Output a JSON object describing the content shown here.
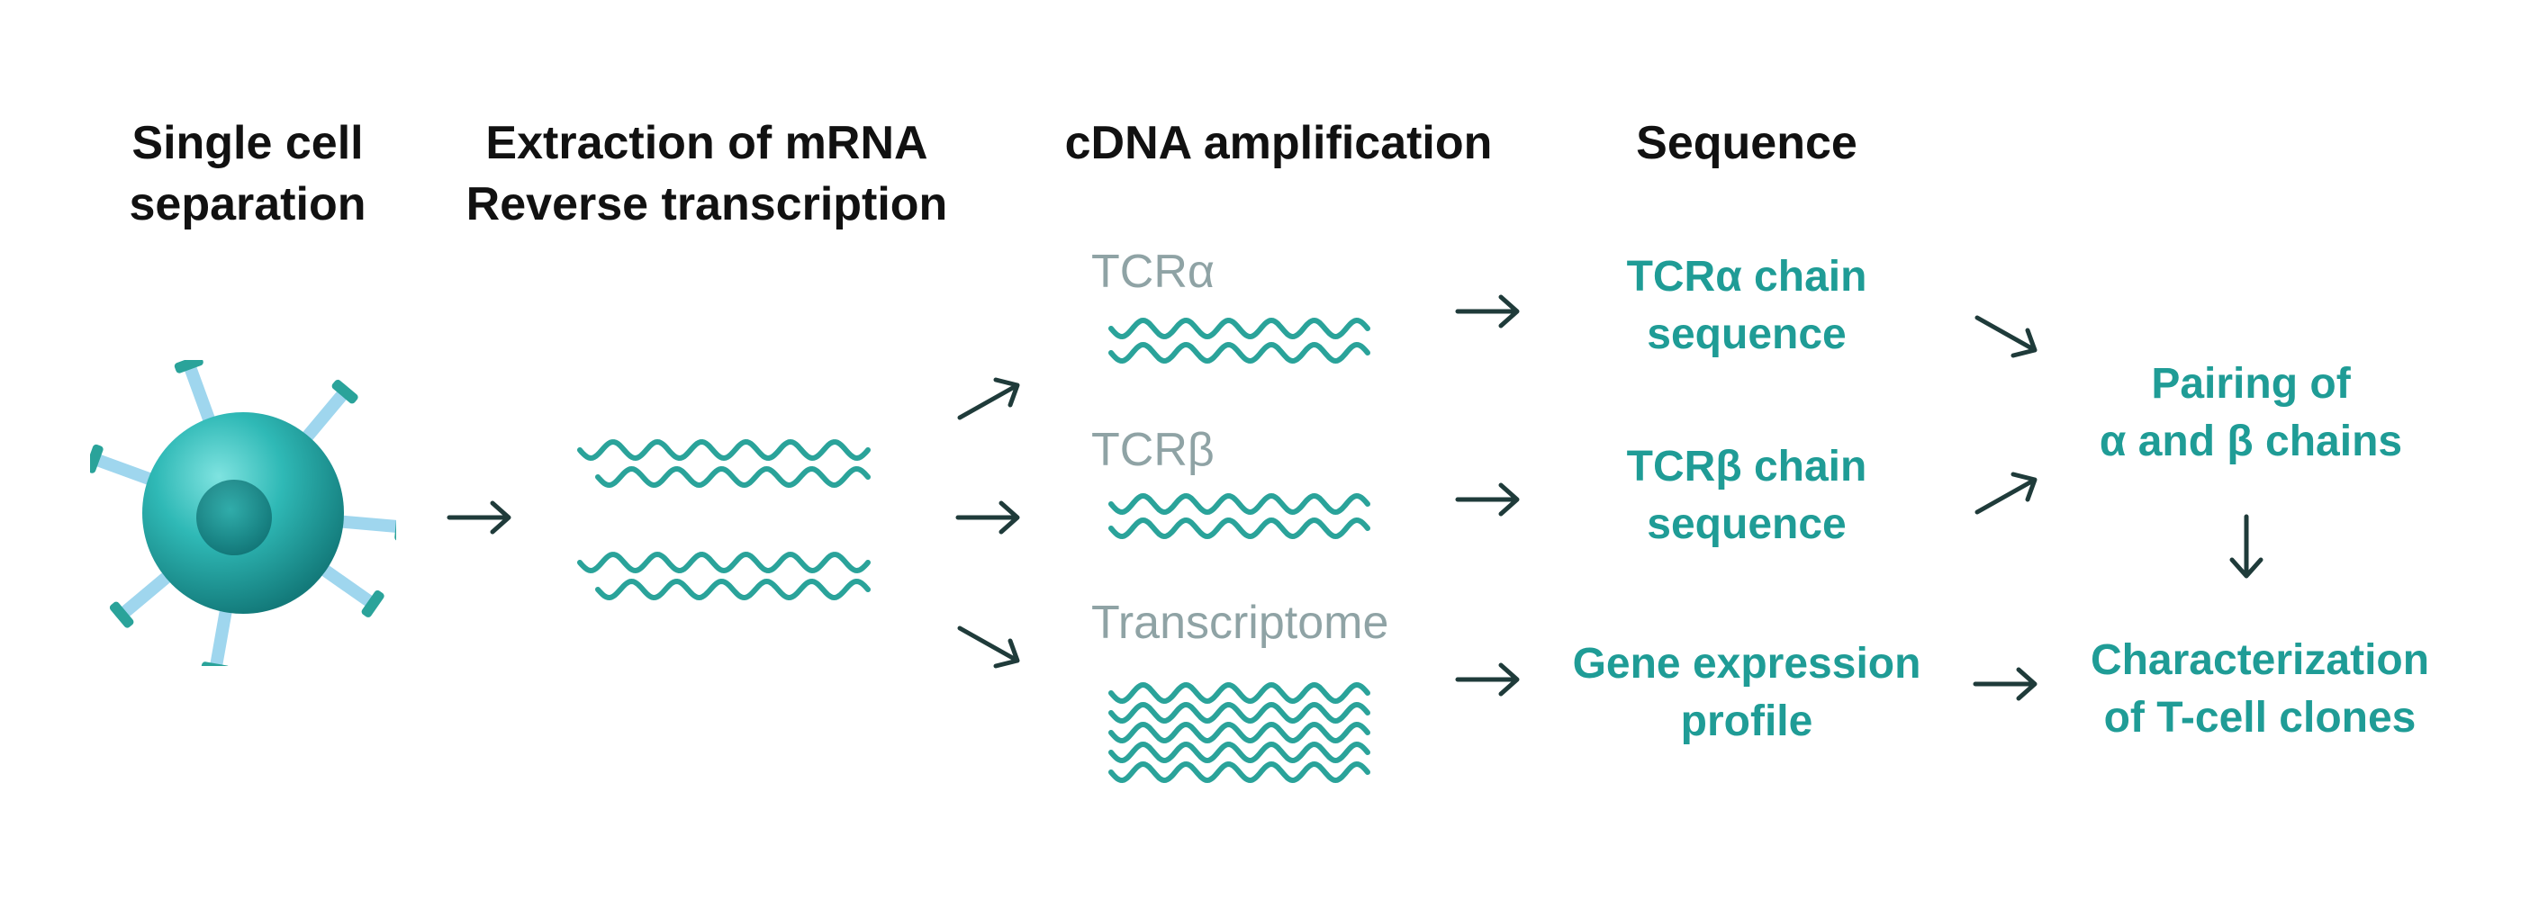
{
  "steps": {
    "single_cell": [
      "Single cell",
      "separation"
    ],
    "extraction": [
      "Extraction of mRNA",
      "Reverse transcription"
    ],
    "amplification": "cDNA amplification",
    "sequence": "Sequence"
  },
  "amplicons": {
    "tcra": "TCRα",
    "tcrb": "TCRβ",
    "transcriptome": "Transcriptome"
  },
  "results": {
    "tcra_seq": [
      "TCRα chain",
      "sequence"
    ],
    "tcrb_seq": [
      "TCRβ chain",
      "sequence"
    ],
    "gene_expr": [
      "Gene expression",
      "profile"
    ],
    "pairing": [
      "Pairing of",
      "α and β chains"
    ],
    "characterization": [
      "Characterization",
      "of T-cell clones"
    ]
  },
  "colors": {
    "teal": "#1f9c96",
    "heading": "#111111",
    "muted_label": "#8fa3a5",
    "arrow": "#1f3b3a",
    "wave": "#2aa39a"
  }
}
